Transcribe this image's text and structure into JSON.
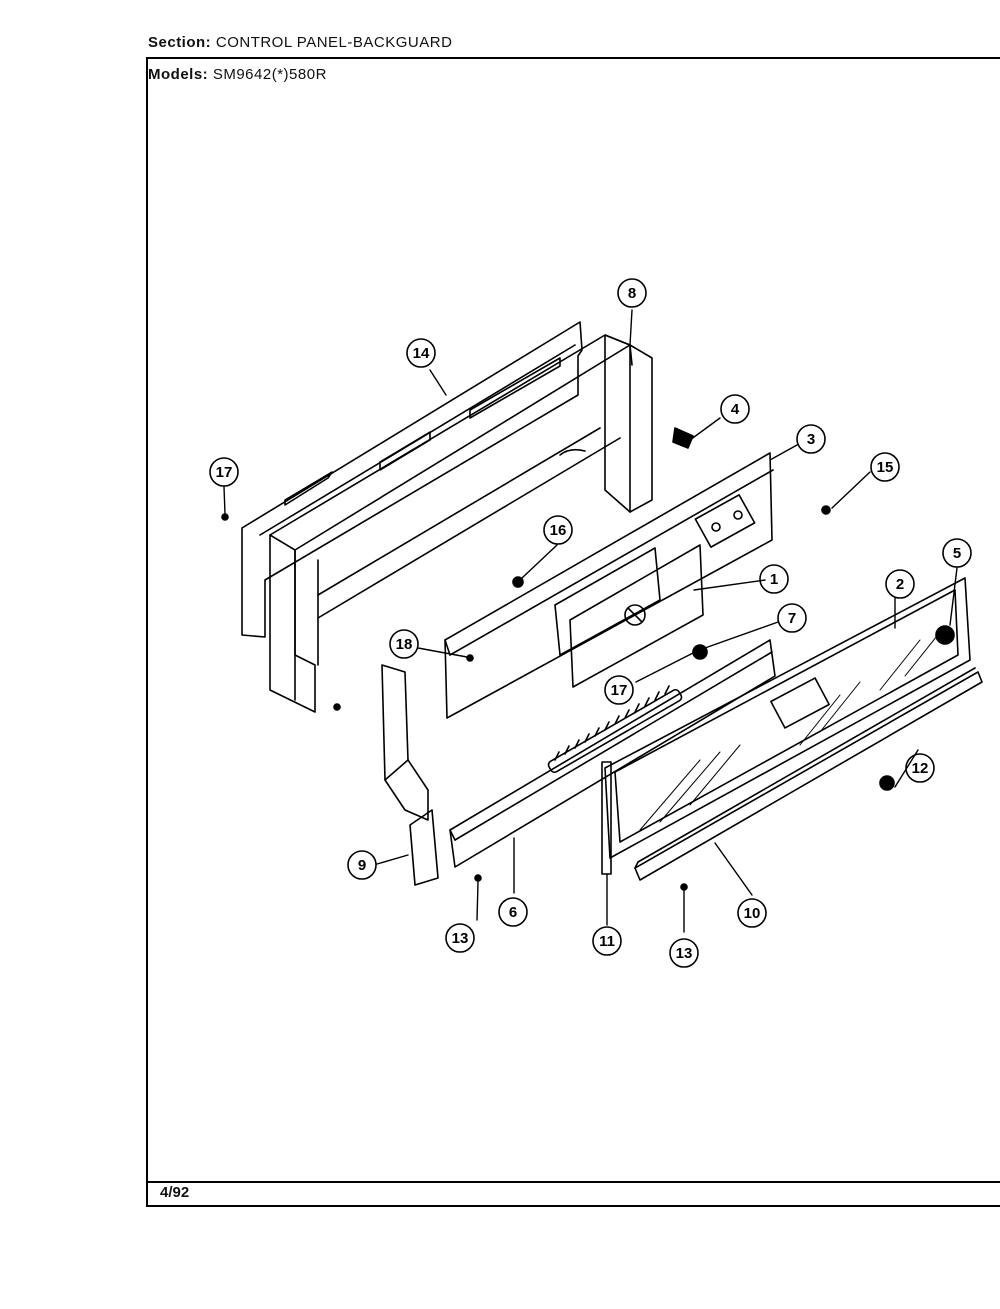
{
  "header": {
    "section_label": "Section:",
    "section_value": "CONTROL PANEL-BACKGUARD",
    "models_label": "Models:",
    "models_value": "SM9642(*)580R"
  },
  "footer": {
    "date": "4/92"
  },
  "callouts": [
    {
      "id": "c1",
      "label": "1"
    },
    {
      "id": "c2",
      "label": "2"
    },
    {
      "id": "c3",
      "label": "3"
    },
    {
      "id": "c4",
      "label": "4"
    },
    {
      "id": "c5",
      "label": "5"
    },
    {
      "id": "c6",
      "label": "6"
    },
    {
      "id": "c7",
      "label": "7"
    },
    {
      "id": "c8",
      "label": "8"
    },
    {
      "id": "c9",
      "label": "9"
    },
    {
      "id": "c10",
      "label": "10"
    },
    {
      "id": "c11",
      "label": "11"
    },
    {
      "id": "c12",
      "label": "12"
    },
    {
      "id": "c13a",
      "label": "13"
    },
    {
      "id": "c13b",
      "label": "13"
    },
    {
      "id": "c14",
      "label": "14"
    },
    {
      "id": "c15",
      "label": "15"
    },
    {
      "id": "c16",
      "label": "16"
    },
    {
      "id": "c17a",
      "label": "17"
    },
    {
      "id": "c17b",
      "label": "17"
    },
    {
      "id": "c18",
      "label": "18"
    }
  ]
}
